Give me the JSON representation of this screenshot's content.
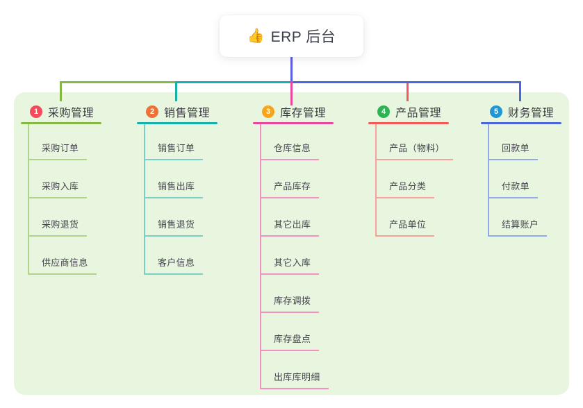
{
  "root": {
    "emoji": "👍",
    "emoji_name": "thumbs-up-emoji",
    "label": "ERP 后台"
  },
  "connector": {
    "trunk_color": "#5a5ce2"
  },
  "panel": {
    "background": "#e8f6e0"
  },
  "branches": [
    {
      "number": "1",
      "label": "采购管理",
      "badge_color": "#f5495c",
      "line_color": "#84ba43",
      "child_line_color": "#afd489",
      "children": [
        "采购订单",
        "采购入库",
        "采购退货",
        "供应商信息"
      ]
    },
    {
      "number": "2",
      "label": "销售管理",
      "badge_color": "#ee7136",
      "line_color": "#14b2aa",
      "child_line_color": "#79cfc6",
      "children": [
        "销售订单",
        "销售出库",
        "销售退货",
        "客户信息"
      ]
    },
    {
      "number": "3",
      "label": "库存管理",
      "badge_color": "#f8a41b",
      "line_color": "#e8479b",
      "child_line_color": "#f291c4",
      "children": [
        "仓库信息",
        "产品库存",
        "其它出库",
        "其它入库",
        "库存调拨",
        "库存盘点",
        "出库库明细"
      ]
    },
    {
      "number": "4",
      "label": "产品管理",
      "badge_color": "#2eb353",
      "line_color": "#f6595a",
      "child_line_color": "#f9a09b",
      "children": [
        "产品（物料）",
        "产品分类",
        "产品单位"
      ]
    },
    {
      "number": "5",
      "label": "财务管理",
      "badge_color": "#1f97d4",
      "line_color": "#4b66dc",
      "child_line_color": "#92a7ec",
      "children": [
        "回款单",
        "付款单",
        "结算账户"
      ]
    }
  ]
}
